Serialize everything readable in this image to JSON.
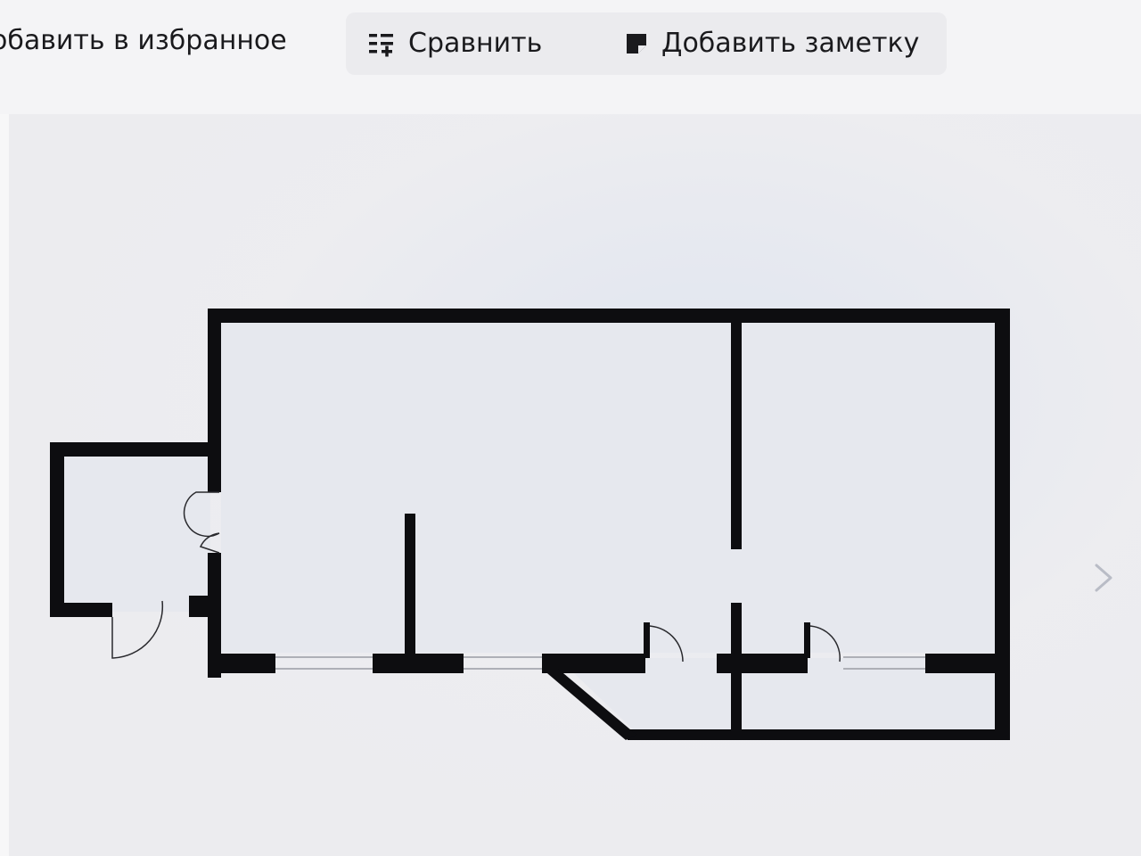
{
  "toolbar": {
    "favorite_label": "обавить в избранное",
    "compare_label": "Сравнить",
    "note_label": "Добавить заметку"
  },
  "icons": {
    "compare": "compare-list-icon",
    "note": "note-icon",
    "next": "chevron-right-icon"
  },
  "colors": {
    "wall": "#0d0d10",
    "background": "#ececef",
    "toolbar_panel": "#ebebee",
    "text": "#1a1a1d"
  }
}
